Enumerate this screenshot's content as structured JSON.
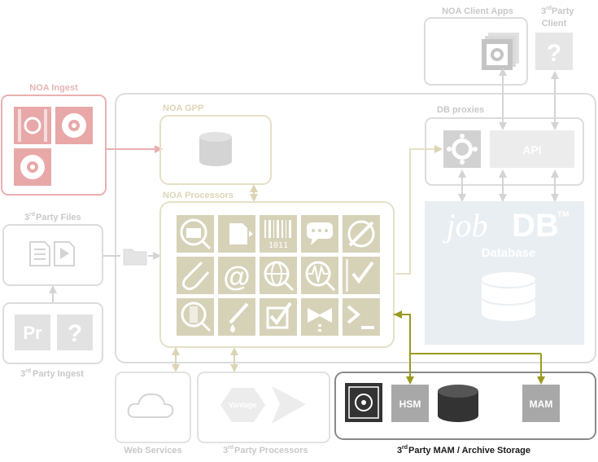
{
  "labels": {
    "noa_client_apps": "NOA Client Apps",
    "third_party_client_sup": "rd",
    "third_party_client_line1": "Party",
    "third_party_client_line2": "Client",
    "noa_ingest": "NOA Ingest",
    "noa_gpp": "NOA GPP",
    "db_proxies": "DB proxies",
    "api": "API",
    "jobdb_job": "job",
    "jobdb_db": "DB",
    "jobdb_tm": "TM",
    "database": "Database",
    "noa_processors": "NOA Processors",
    "third_party_files": "Party Files",
    "third_party_ingest": "Party Ingest",
    "web_services": "Web Services",
    "third_party_processors": "Party Processors",
    "vantage": "Vantage",
    "third_party_mam": "Party MAM / Archive Storage",
    "hsm": "HSM",
    "mam": "MAM",
    "pr": "Pr",
    "question": "?",
    "rd_prefix": "3",
    "rd_sup": "rd",
    "binary": "1011",
    "at": "@"
  },
  "colors": {
    "faded_border": "#dcdcdc",
    "faded_text": "#c8c8c8",
    "ingest": "#e8a8a8",
    "ingest_text": "#e4b4b4",
    "beige_border": "#e6e0c8",
    "beige_icon": "#d6d2b8",
    "beige_text": "#dcd5b5",
    "db_fill": "#e8eef2",
    "active_border": "#8a8a8a",
    "active_text": "#1a1a1a",
    "olive": "#9a9a22",
    "hsm_fill": "#a8a8a8",
    "storage_dark": "#333333"
  }
}
